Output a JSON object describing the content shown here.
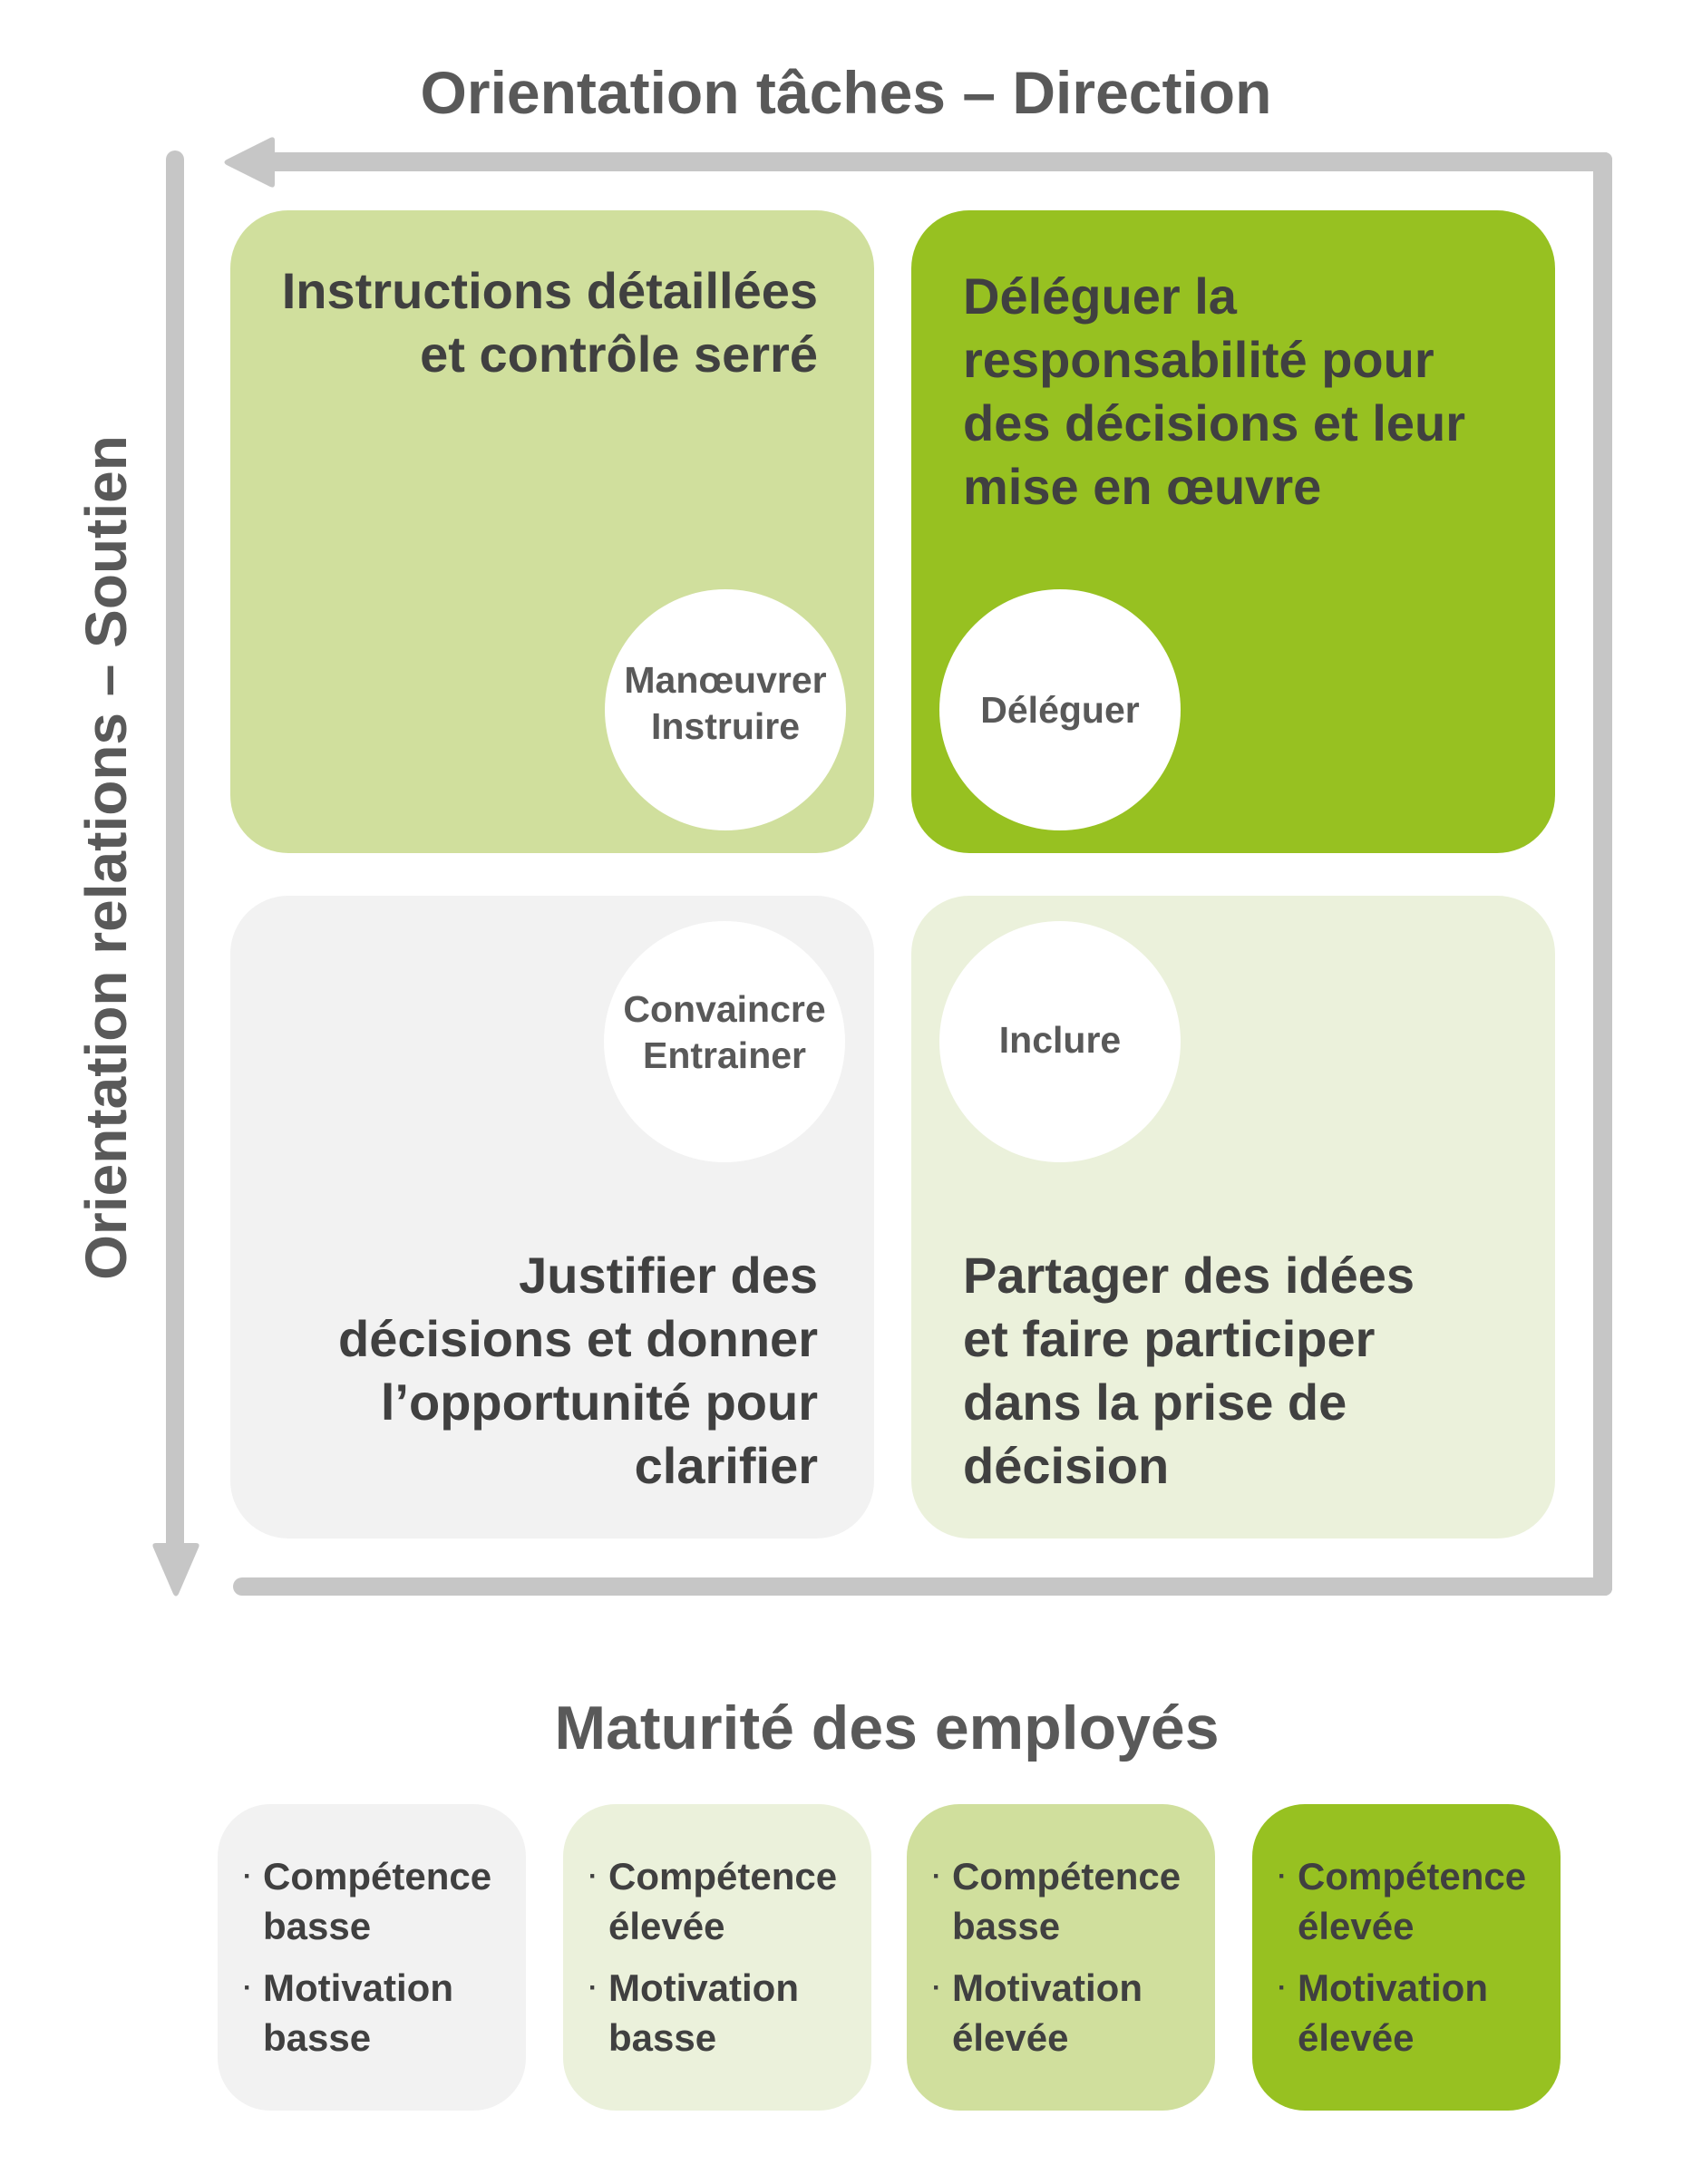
{
  "diagram": {
    "title_top": "Orientation tâches – Direction",
    "title_side": "Orientation relations – Soutien",
    "title_bottom": "Maturité des employés",
    "colors": {
      "axis": "#C6C6C6",
      "text": "#404040",
      "title": "#595959",
      "gray": "#F2F2F2",
      "pale_green": "#EBF1DB",
      "light_green": "#D0DF9D",
      "green": "#97C121"
    },
    "icons": {
      "top_axis": "arrow-left-icon",
      "side_axis": "arrow-down-icon"
    },
    "quadrants": [
      {
        "id": "top-left",
        "text": "Instructions détaillées\net contrôle serré",
        "style_label": "Manœuvrer\nInstruire"
      },
      {
        "id": "top-right",
        "text": "Déléguer la\nresponsabilité pour\ndes décisions et leur\nmise en œuvre",
        "style_label": "Déléguer"
      },
      {
        "id": "bottom-left",
        "text": "Justifier des\ndécisions et donner\nl’opportunité pour\nclarifier",
        "style_label": "Convaincre\nEntrainer"
      },
      {
        "id": "bottom-right",
        "text": "Partager des idées\net faire participer\ndans la prise de\ndécision",
        "style_label": "Inclure"
      }
    ],
    "bullet": "·",
    "maturity_levels": [
      {
        "competence": "Compétence\nbasse",
        "motivation": "Motivation\nbasse"
      },
      {
        "competence": "Compétence\nélevée",
        "motivation": "Motivation\nbasse"
      },
      {
        "competence": "Compétence\nbasse",
        "motivation": "Motivation\nélevée"
      },
      {
        "competence": "Compétence\nélevée",
        "motivation": "Motivation\nélevée"
      }
    ]
  }
}
